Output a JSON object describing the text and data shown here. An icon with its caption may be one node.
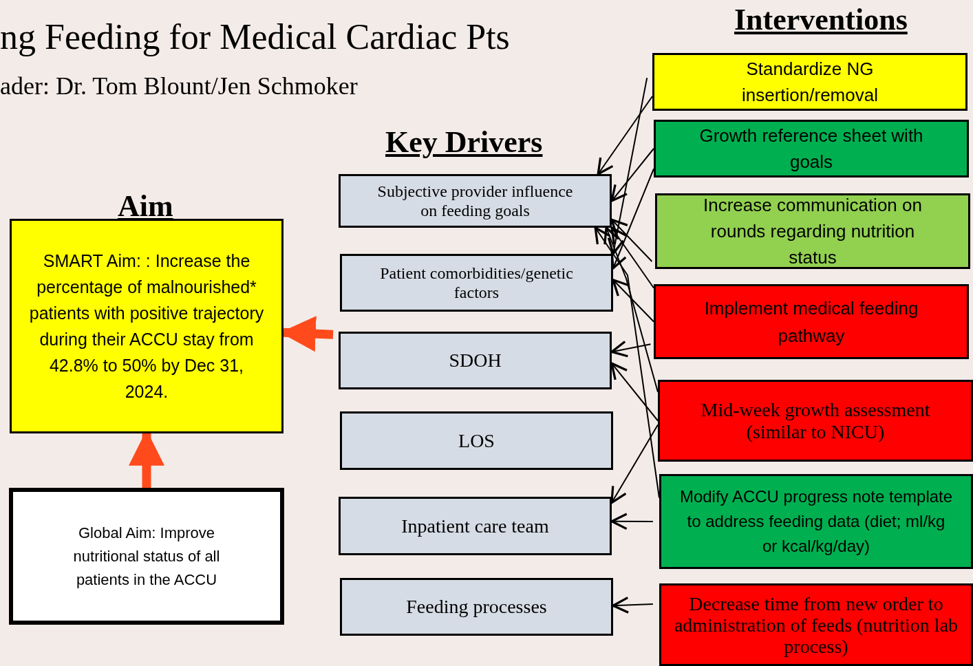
{
  "diagram": {
    "title": "ng Feeding for Medical Cardiac Pts",
    "nodes": [
      {
        "text": [
          "SMART Aim: : Increase the percentage of malnourished* patients with positive trajectory during their ACCU stay from 42.8% to 50% by Dec 31, 2024."
        ]
      },
      {
        "text": [
          "Global Aim: Improve nutritional status of all patients in the ACCU"
        ]
      },
      {
        "text": [
          "Subjective provider influence on feeding goals"
        ]
      },
      {
        "text": [
          "Patient comorbidities/genetic factors"
        ]
      },
      {
        "text": [
          "SDOH"
        ]
      },
      {
        "text": [
          "LOS"
        ]
      },
      {
        "text": [
          "Inpatient care team"
        ]
      },
      {
        "text": [
          "Feeding processes"
        ]
      },
      {
        "text": [
          "Standardize NG insertion/removal"
        ]
      },
      {
        "text": [
          "Growth reference sheet with goals"
        ]
      },
      {
        "text": [
          "Increase communication on rounds regarding nutrition status"
        ]
      },
      {
        "text": [
          "Implement medical feeding pathway"
        ]
      },
      {
        "text": [
          "Mid-week growth assessment (similar to NICU)"
        ]
      },
      {
        "text": [
          "Modify ACCU progress note template to address feeding data (diet; ml/kg or kcal/kg/day)"
        ]
      },
      {
        "text": [
          "Decrease time from new order to administration of feeds (nutrition lab process)"
        ]
      }
    ],
    "edges": [
      {
        "from": 1,
        "to": 0,
        "arrow": "to",
        "style": "thick",
        "color": "#ff4a1c"
      },
      {
        "from": 4,
        "to": 0,
        "arrow": "to",
        "style": "thick",
        "color": "#ff4a1c"
      },
      {
        "from": 8,
        "to": 2,
        "arrow": "to"
      },
      {
        "from": 8,
        "to": 3,
        "arrow": "to"
      },
      {
        "from": 9,
        "to": 2,
        "arrow": "to"
      },
      {
        "from": 9,
        "to": 3,
        "arrow": "to"
      },
      {
        "from": 10,
        "to": 2,
        "arrow": "to"
      },
      {
        "from": 11,
        "to": 2,
        "arrow": "to"
      },
      {
        "from": 11,
        "to": 3,
        "arrow": "to"
      },
      {
        "from": 11,
        "to": 4,
        "arrow": "to"
      },
      {
        "from": 12,
        "to": 4,
        "arrow": "to"
      },
      {
        "from": 12,
        "to": 6,
        "arrow": "to"
      },
      {
        "from": 12,
        "to": 2,
        "arrow": "to"
      },
      {
        "from": 13,
        "to": 2,
        "arrow": "to"
      },
      {
        "from": 13,
        "to": 6,
        "arrow": "to"
      },
      {
        "from": 14,
        "to": 7,
        "arrow": "to"
      }
    ],
    "labels": [
      "ader: Dr. Tom Blount/Jen Schmoker",
      "Interventions",
      "Key Drivers",
      "Aim"
    ]
  }
}
